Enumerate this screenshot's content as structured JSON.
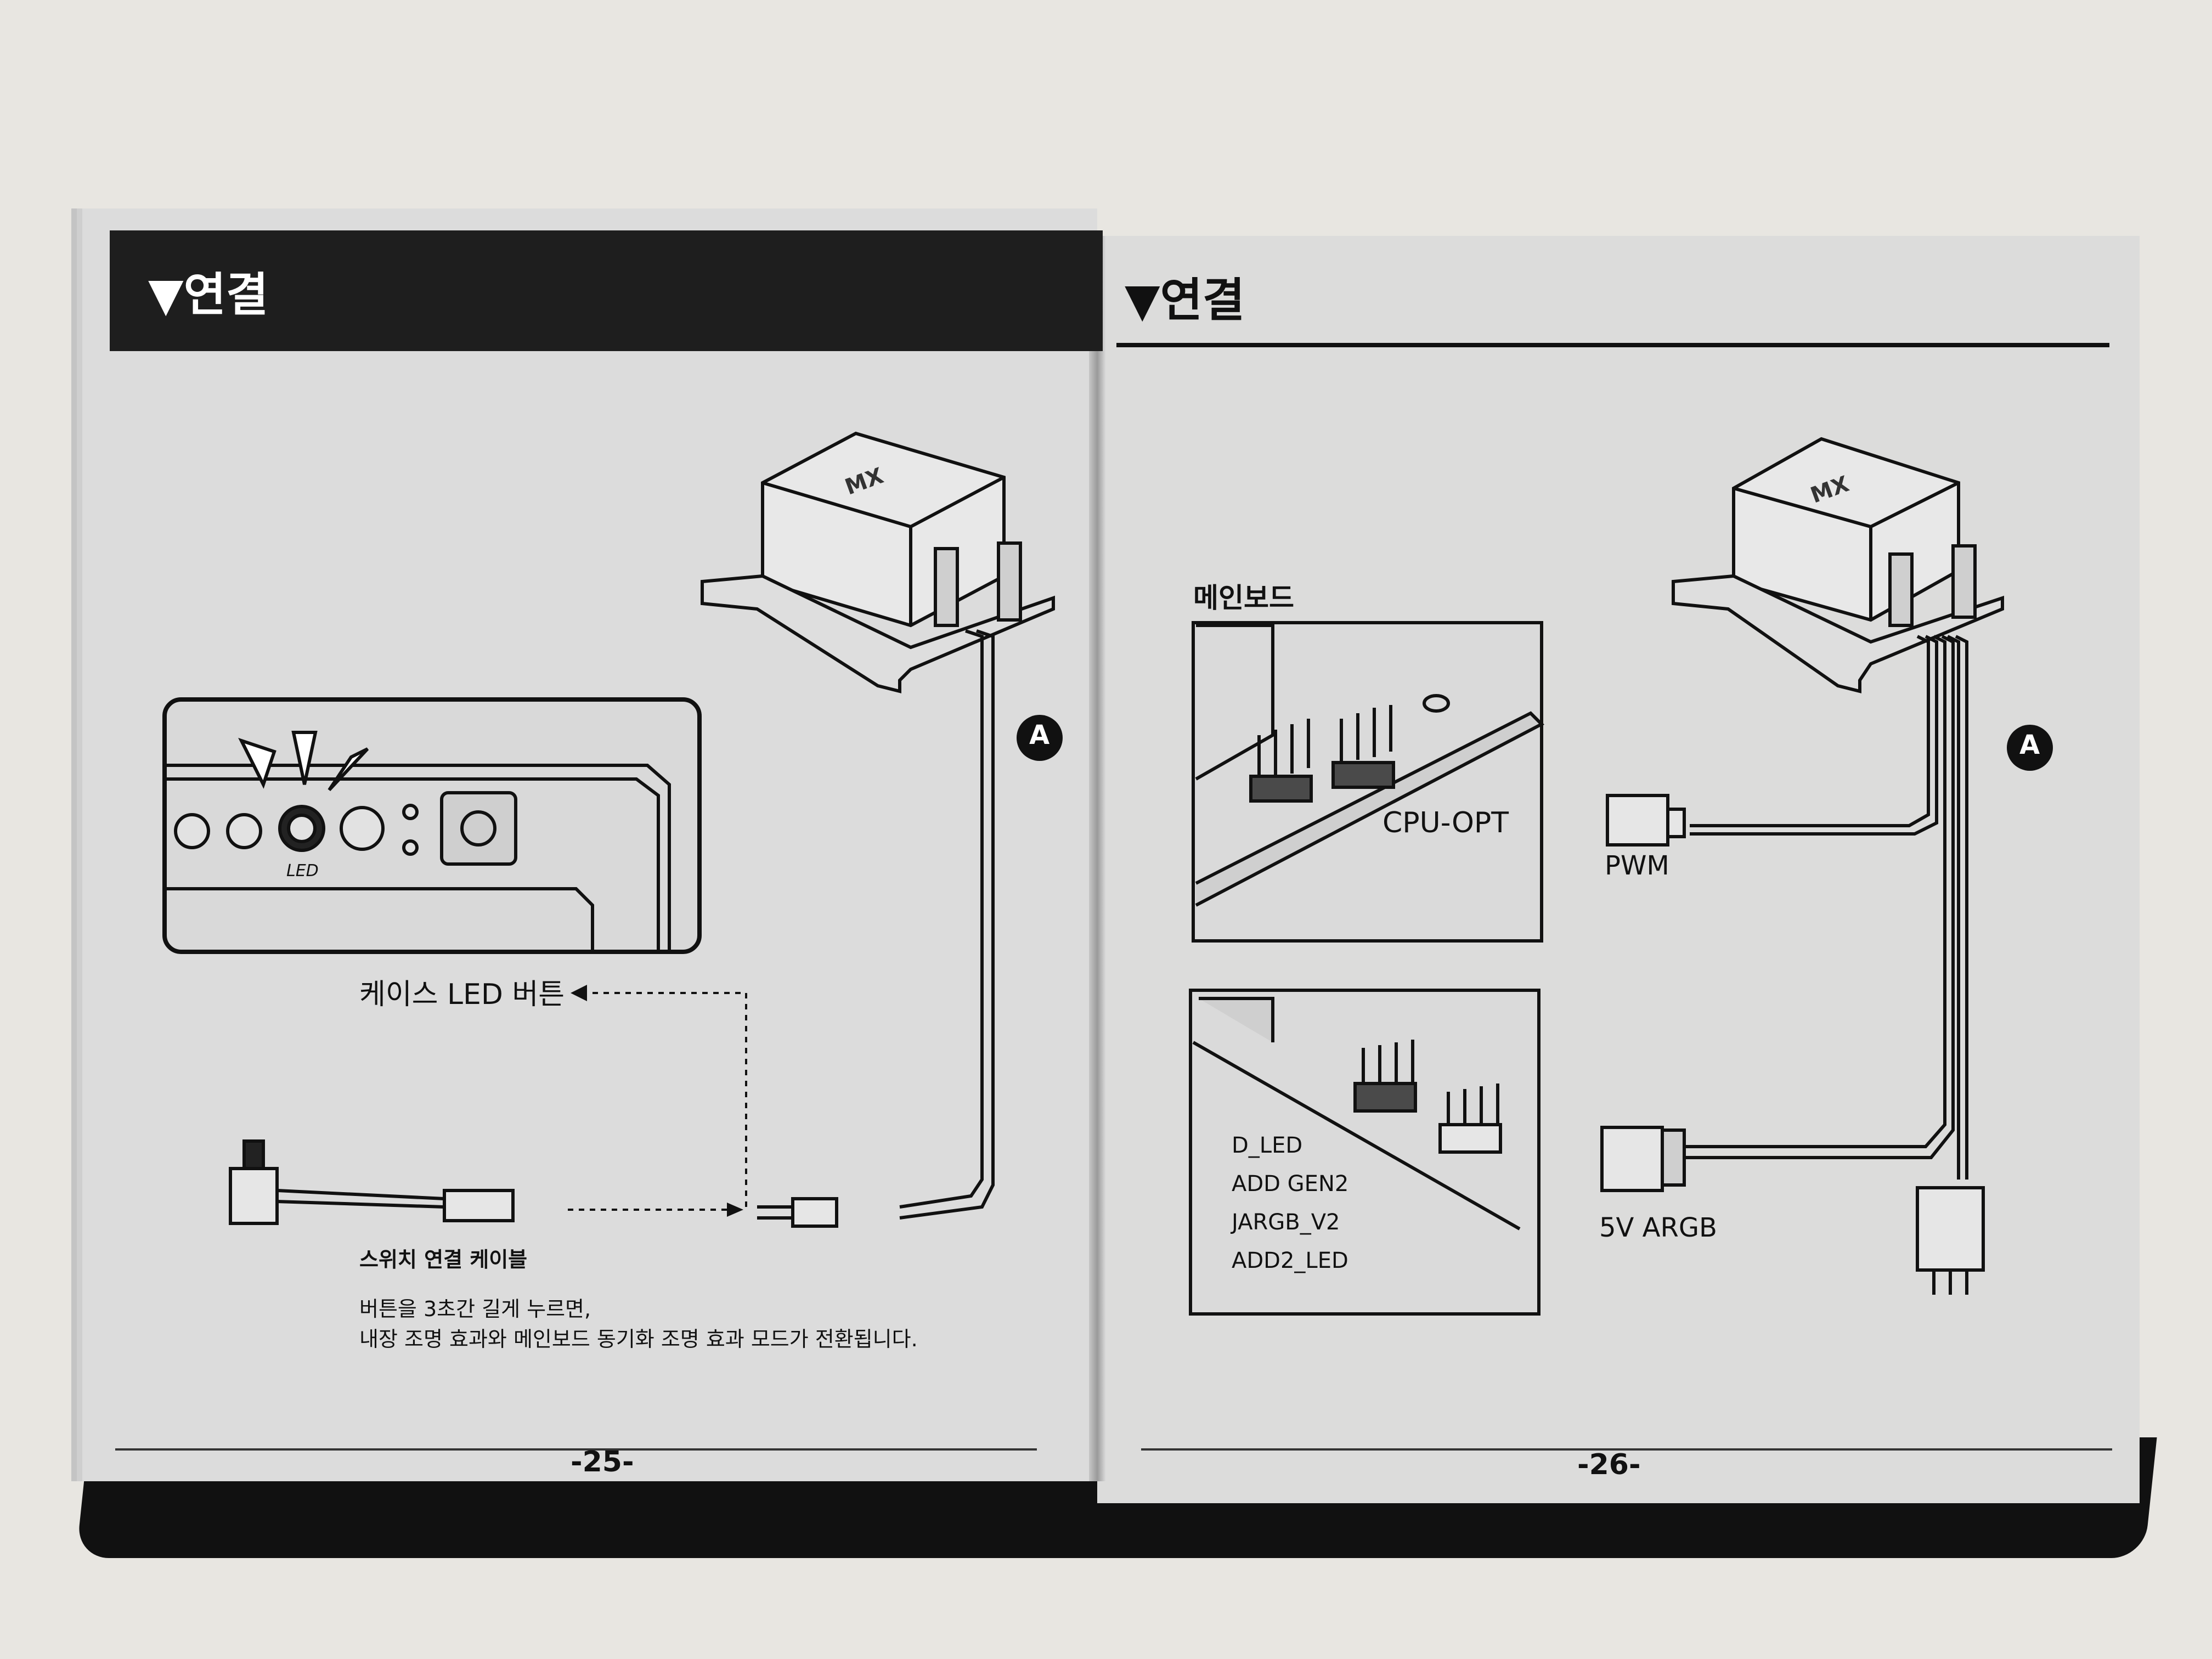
{
  "left_page": {
    "header": "▼연결",
    "panel_led_label": "LED",
    "case_led_button": "케이스 LED 버튼",
    "switch_cable": "스위치 연결 케이블",
    "instruction_line1": "버튼을 3초간 길게 누르면,",
    "instruction_line2": "내장 조명 효과와 메인보드 동기화 조명 효과 모드가 전환됩니다.",
    "callout": "A",
    "page_number": "-25-",
    "pump_logo": "MX"
  },
  "right_page": {
    "header": "▼연결",
    "mainboard_label": "메인보드",
    "cpu_opt_label": "CPU-OPT",
    "header_names": [
      "D_LED",
      "ADD GEN2",
      "JARGB_V2",
      "ADD2_LED"
    ],
    "pwm_label": "PWM",
    "argb_label": "5V ARGB",
    "callout": "A",
    "page_number": "-26-",
    "pump_logo": "MX"
  },
  "colors": {
    "background": "#e8e6e1",
    "page": "#dcdcdc",
    "header_band": "#1e1e1e",
    "ink": "#111111"
  }
}
